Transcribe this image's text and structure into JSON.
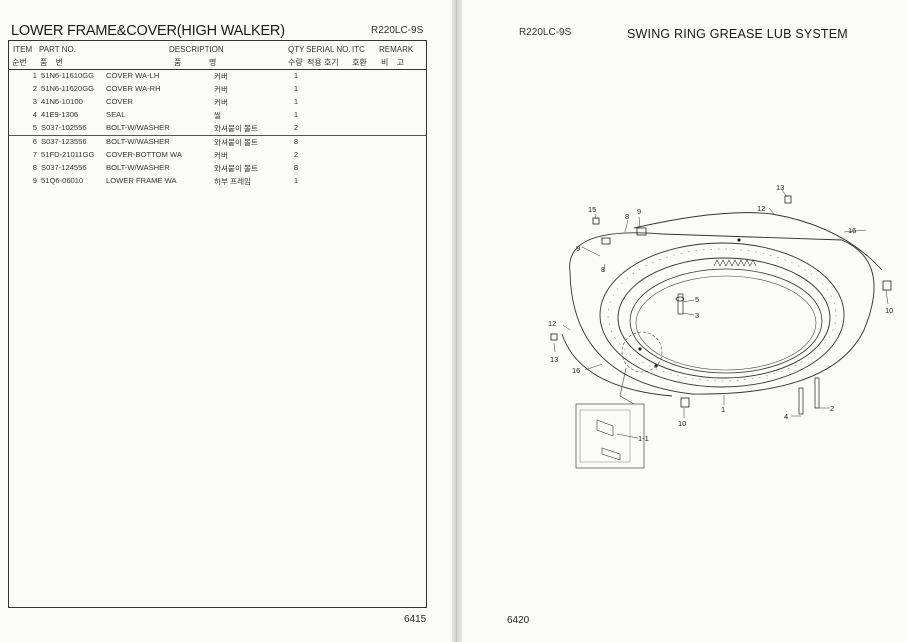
{
  "left_page": {
    "title": "LOWER FRAME&COVER(HIGH WALKER)",
    "model": "R220LC-9S",
    "page_number": "6415",
    "headers": {
      "item_en": "ITEM",
      "item_kr": "순번",
      "part_en": "PART NO.",
      "part_kr": "품    번",
      "desc_en": "DESCRIPTION",
      "desc_kr1": "품",
      "desc_kr2": "명",
      "qty_en": "QTY",
      "qty_kr": "수량",
      "serial_en": "SERIAL NO.",
      "serial_kr": "적용  호기",
      "itc_en": "ITC",
      "itc_kr": "호환",
      "remark_en": "REMARK",
      "remark_kr": "비    고"
    },
    "rows": [
      {
        "no": "1",
        "part": "51N6-11610GG",
        "desc": "COVER WA-LH",
        "kor": "커버",
        "qty": "1"
      },
      {
        "no": "2",
        "part": "51N6-11620GG",
        "desc": "COVER WA-RH",
        "kor": "커버",
        "qty": "1"
      },
      {
        "no": "3",
        "part": "41N6-10100",
        "desc": "COVER",
        "kor": "커버",
        "qty": "1"
      },
      {
        "no": "4",
        "part": "41E9-1306",
        "desc": "SEAL",
        "kor": "씰",
        "qty": "1"
      },
      {
        "no": "5",
        "part": "S037-102556",
        "desc": "BOLT-W/WASHER",
        "kor": "와셔붙이 볼트",
        "qty": "2"
      },
      {
        "no": "6",
        "part": "S037-123556",
        "desc": "BOLT-W/WASHER",
        "kor": "와셔붙이 볼트",
        "qty": "8"
      },
      {
        "no": "7",
        "part": "51FD-21011GG",
        "desc": "COVER-BOTTOM WA",
        "kor": "커버",
        "qty": "2"
      },
      {
        "no": "8",
        "part": "S037-124556",
        "desc": "BOLT-W/WASHER",
        "kor": "와셔붙이 볼트",
        "qty": "8"
      },
      {
        "no": "9",
        "part": "51Q6-06010",
        "desc": "LOWER FRAME WA",
        "kor": "하부 프레임",
        "qty": "1"
      }
    ]
  },
  "right_page": {
    "model": "R220LC-9S",
    "title": "SWING RING GREASE LUB SYSTEM",
    "page_number": "6420",
    "callouts": {
      "c1": "1",
      "c1_1": "1-1",
      "c2": "2",
      "c3": "3",
      "c4": "4",
      "c5": "5",
      "c8a": "8",
      "c8b": "8",
      "c9a": "9",
      "c9b": "9",
      "c10a": "10",
      "c10b": "10",
      "c12a": "12",
      "c12b": "12",
      "c13a": "13",
      "c13b": "13",
      "c15": "15",
      "c16a": "16",
      "c16b": "16"
    }
  }
}
